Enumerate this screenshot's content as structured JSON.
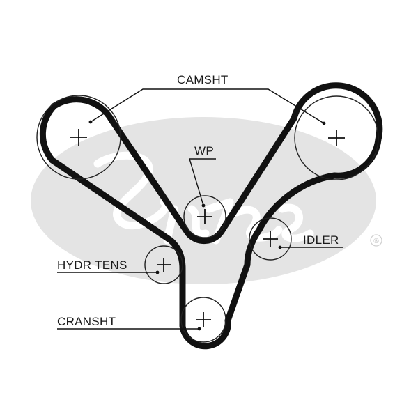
{
  "labels": {
    "camshaft": "CAMSHT",
    "water_pump": "WP",
    "idler": "IDLER",
    "hydraulic_tensioner": "HYDR TENS",
    "crankshaft": "CRANSHT"
  },
  "watermark": {
    "brand": "Gates",
    "registered_mark": "®",
    "color": "#e4e4e4"
  },
  "colors": {
    "belt": "#111111",
    "ink": "#1a1a1a"
  }
}
